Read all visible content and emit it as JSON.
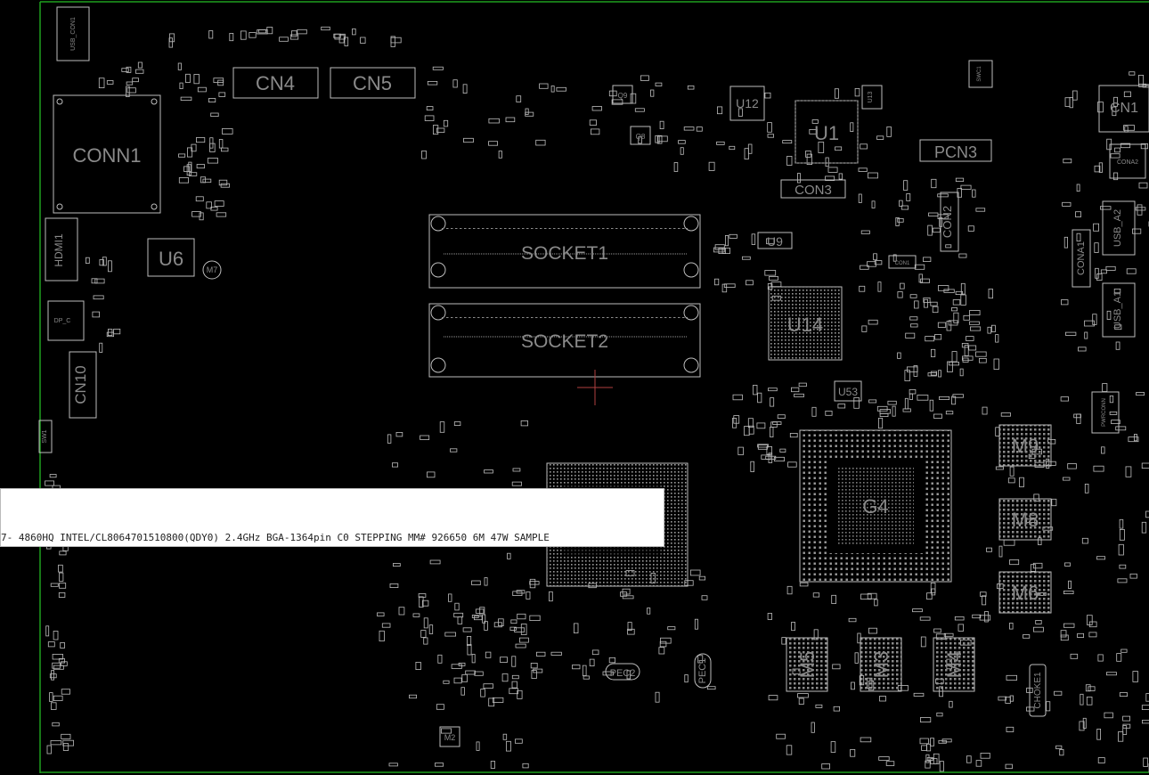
{
  "colors": {
    "background": "#000000",
    "board_edge": "#1fa01f",
    "outline": "#bdbdbd",
    "label": "#8a8a8a",
    "cursor": "#b04040"
  },
  "components": {
    "conn1": "CONN1",
    "cn4": "CN4",
    "cn5": "CN5",
    "hdmi1": "HDMI1",
    "u6": "U6",
    "cn10": "CN10",
    "socket1": "SOCKET1",
    "socket2": "SOCKET2",
    "u12": "U12",
    "u1": "U1",
    "con3": "CON3",
    "pcn3": "PCN3",
    "con2": "CON2",
    "u9": "U9",
    "u14": "U14",
    "u53": "U53",
    "g4": "G4",
    "m9": "M9",
    "m8": "M8",
    "m6": "M6",
    "m5": "M5",
    "m3": "M3",
    "m4": "M4",
    "cn1": "CN1",
    "usb_a2": "USB_A2",
    "usb_a1": "USB_A1",
    "cona1": "CONA1",
    "cona2": "CONA2",
    "q9": "Q9",
    "q8": "Q8",
    "m7": "M7",
    "m2": "M2",
    "pec2": "PEC2",
    "pec1": "PEC1",
    "choke1": "CHOKE1",
    "usb_con1": "USB_CON1",
    "dp_c": "DP_C",
    "sw1": "SW1",
    "swc1": "SWC1",
    "con1": "CON1",
    "pwrconn": "PWRCONN",
    "u13": "U13"
  },
  "tooltip": {
    "text": "7- 4860HQ INTEL/CL8064701510800(QDY0) 2.4GHz BGA-1364pin C0 STEPPING MM# 926650 6M 47W SAMPLE"
  }
}
